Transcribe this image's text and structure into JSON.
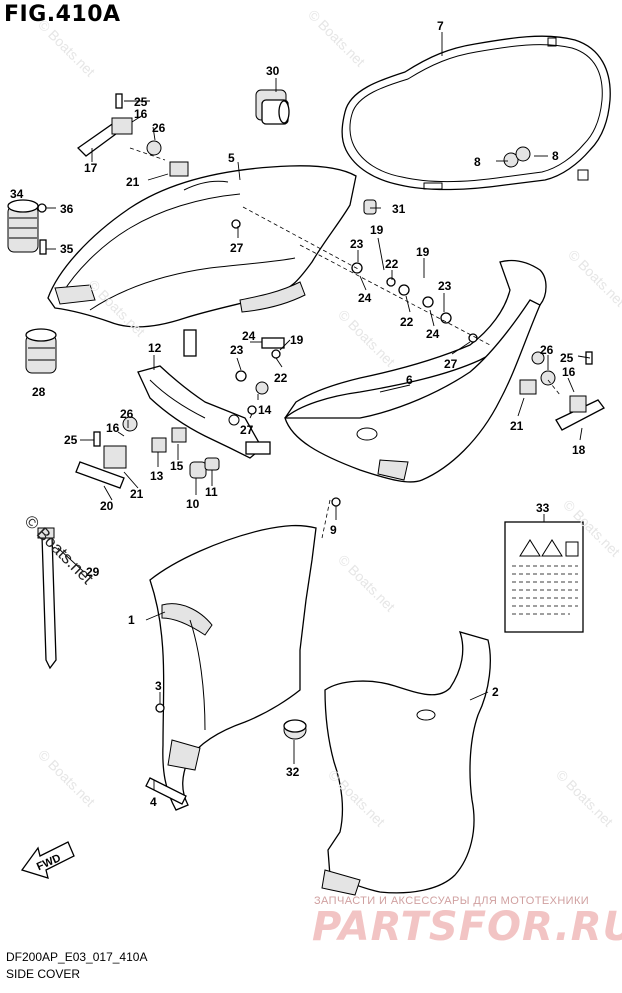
{
  "figure": {
    "title": "FIG.410A",
    "code": "DF200AP_E03_017_410A",
    "name": "SIDE COVER"
  },
  "watermark": {
    "site": "© Boats.net",
    "brand_tagline": "ЗАПЧАСТИ И АКСЕССУАРЫ ДЛЯ МОТОТЕХНИКИ",
    "brand_logo": "PARTSFOR.RU"
  },
  "fwd_label": "FWD",
  "callouts": [
    "1",
    "2",
    "3",
    "4",
    "5",
    "6",
    "7",
    "8",
    "9",
    "10",
    "11",
    "12",
    "13",
    "14",
    "15",
    "16",
    "17",
    "18",
    "19",
    "20",
    "21",
    "22",
    "23",
    "24",
    "25",
    "26",
    "27",
    "28",
    "29",
    "30",
    "31",
    "32",
    "33",
    "34",
    "35",
    "36"
  ]
}
